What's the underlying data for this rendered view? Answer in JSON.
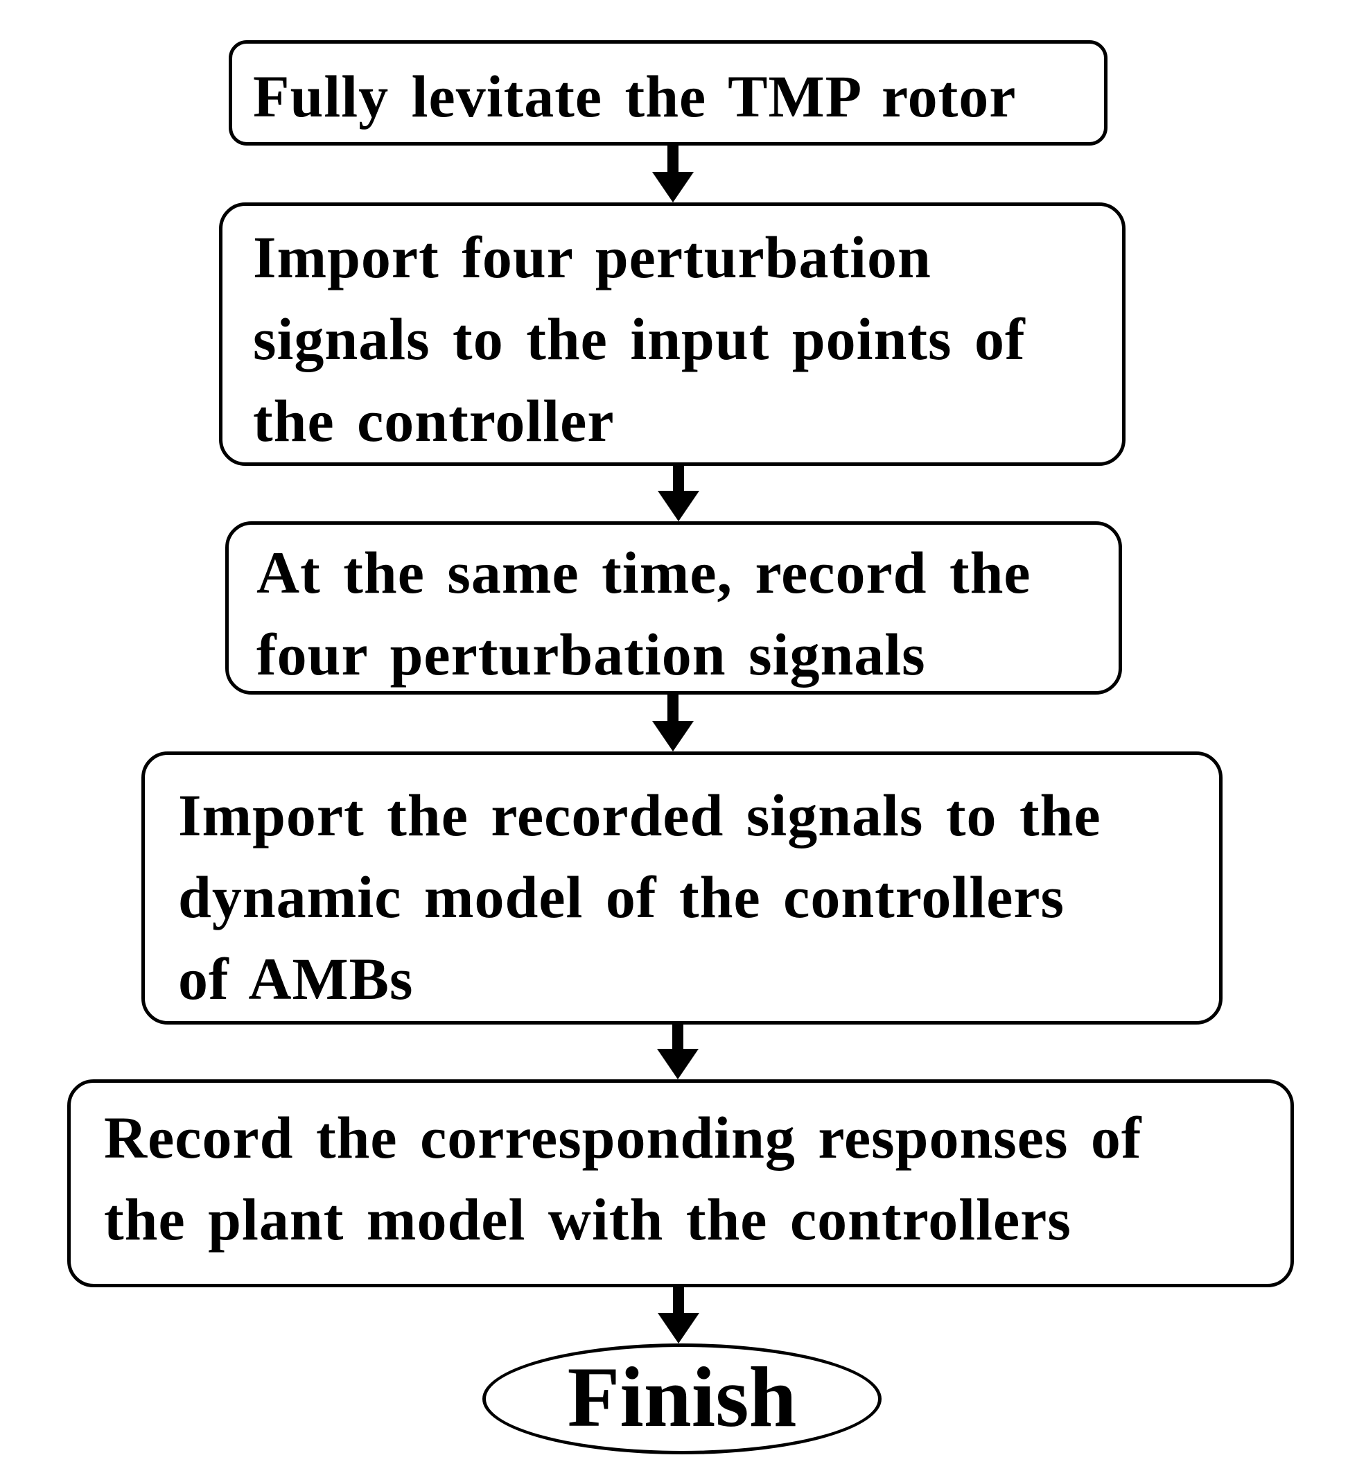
{
  "steps": [
    {
      "lines": [
        "Fully levitate the TMP rotor"
      ]
    },
    {
      "lines": [
        "Import four perturbation",
        "signals to the input points of",
        "the controller"
      ]
    },
    {
      "lines": [
        "At the same time, record the",
        "four perturbation signals"
      ]
    },
    {
      "lines": [
        "Import the recorded signals to the",
        "dynamic model of the controllers",
        "of AMBs"
      ]
    },
    {
      "lines": [
        "Record the corresponding responses of",
        "the plant model with the controllers"
      ]
    }
  ],
  "terminal": {
    "label": "Finish"
  }
}
